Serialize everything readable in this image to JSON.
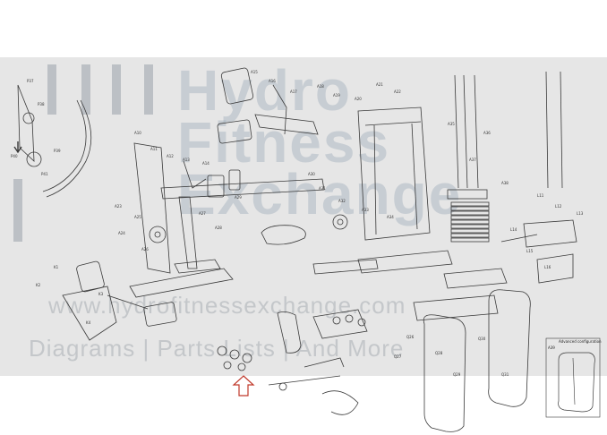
{
  "diagram": {
    "watermark": {
      "brand_line1": "Hydro",
      "brand_line2": "Fitness",
      "brand_line3": "Exchange",
      "url": "www.hydrofitnessexchange.com",
      "tagline": "Diagrams | Parts Lists | And More"
    },
    "inset": {
      "title": "Advanced configuration",
      "label": "A39"
    },
    "part_labels": [
      "P37",
      "P38",
      "P39",
      "P40",
      "P41",
      "A10",
      "A11",
      "A12",
      "A13",
      "A14",
      "A15",
      "A16",
      "A17",
      "A18",
      "A19",
      "A20",
      "A21",
      "A22",
      "A23",
      "A24",
      "A25",
      "A26",
      "A27",
      "A28",
      "A29",
      "A30",
      "A31",
      "A32",
      "A33",
      "A34",
      "A35",
      "A36",
      "A37",
      "A38",
      "L11",
      "L12",
      "L13",
      "L14",
      "L15",
      "L16",
      "Q26",
      "Q27",
      "Q28",
      "Q29",
      "Q30",
      "Q31",
      "K1",
      "K2",
      "K3",
      "K4"
    ],
    "colors": {
      "band": "#e6e6e6",
      "line": "#3a3a3a",
      "arrow": "#c0392b"
    }
  }
}
